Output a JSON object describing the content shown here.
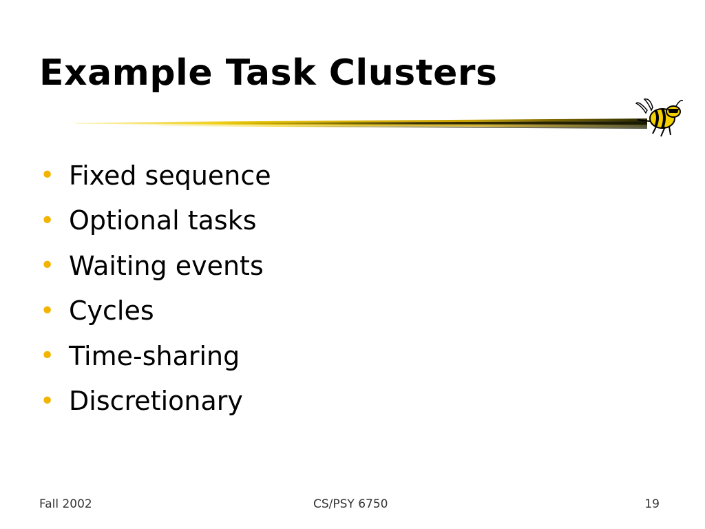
{
  "slide": {
    "title": "Example Task Clusters",
    "bullets": [
      "Fixed sequence",
      "Optional tasks",
      "Waiting events",
      "Cycles",
      "Time-sharing",
      "Discretionary"
    ],
    "bullet_glyph": "•"
  },
  "footer": {
    "left": "Fall 2002",
    "center": "CS/PSY 6750",
    "right": "19"
  },
  "colors": {
    "bullet": "#f2b400",
    "rule_gold": "#e8c200",
    "rule_dark": "#3a3000"
  },
  "icons": {
    "mascot": "yellow-jacket-bee-icon"
  }
}
